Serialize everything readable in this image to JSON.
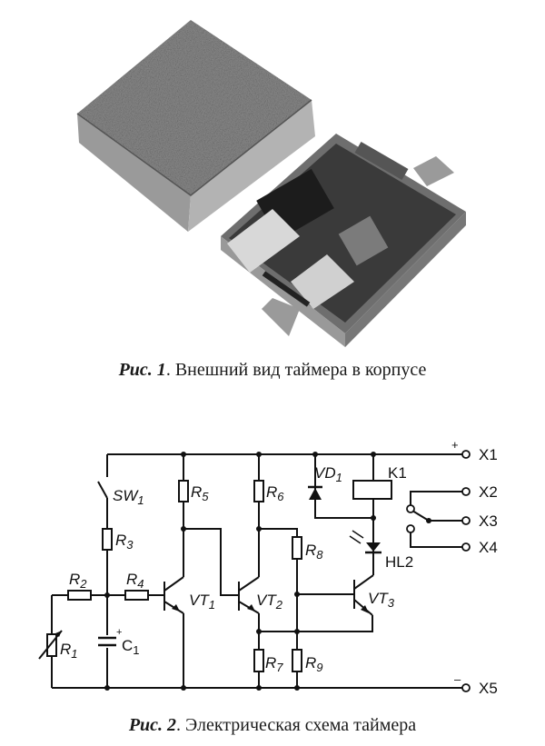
{
  "figure1": {
    "caption_label": "Рис. 1",
    "caption_text": ". Внешний вид таймера в корпусе"
  },
  "figure2": {
    "caption_label": "Рис. 2",
    "caption_text": ". Электрическая схема таймера",
    "components": {
      "SW1": {
        "main": "SW",
        "sub": "1"
      },
      "R1": {
        "main": "R",
        "sub": "1"
      },
      "R2": {
        "main": "R",
        "sub": "2"
      },
      "R3": {
        "main": "R",
        "sub": "3"
      },
      "R4": {
        "main": "R",
        "sub": "4"
      },
      "R5": {
        "main": "R",
        "sub": "5"
      },
      "R6": {
        "main": "R",
        "sub": "6"
      },
      "R7": {
        "main": "R",
        "sub": "7"
      },
      "R8": {
        "main": "R",
        "sub": "8"
      },
      "R9": {
        "main": "R",
        "sub": "9"
      },
      "C1": {
        "main": "C",
        "sub": "1",
        "polarity": "+"
      },
      "VT1": {
        "main": "VT",
        "sub": "1"
      },
      "VT2": {
        "main": "VT",
        "sub": "2"
      },
      "VT3": {
        "main": "VT",
        "sub": "3"
      },
      "VD1": {
        "main": "VD",
        "sub": "1"
      },
      "K1": "K1",
      "HL2": "HL2"
    },
    "terminals": {
      "X1": "X1",
      "X1_polarity": "+",
      "X2": "X2",
      "X3": "X3",
      "X4": "X4",
      "X5": "X5",
      "X5_polarity": "–"
    }
  }
}
